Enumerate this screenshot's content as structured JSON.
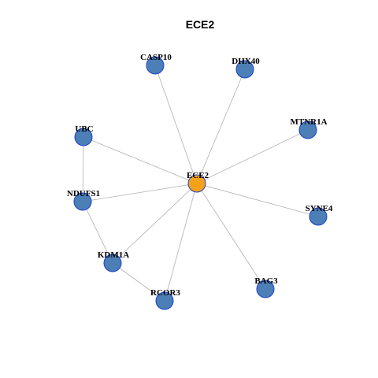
{
  "title": "ECE2",
  "colors": {
    "hub_fill": "#f5a21b",
    "node_fill": "#4b7fb5",
    "node_stroke": "#1f3fd0",
    "edge": "#b0b0b0"
  },
  "nodes": [
    {
      "id": "ECE2",
      "label": "ECE2",
      "hub": true
    },
    {
      "id": "CASP10",
      "label": "CASP10"
    },
    {
      "id": "DHX40",
      "label": "DHX40"
    },
    {
      "id": "MTNR1A",
      "label": "MTNR1A"
    },
    {
      "id": "UBC",
      "label": "UBC"
    },
    {
      "id": "NDUFS1",
      "label": "NDUFS1"
    },
    {
      "id": "SYNE4",
      "label": "SYNE4"
    },
    {
      "id": "KDM1A",
      "label": "KDM1A"
    },
    {
      "id": "BAG3",
      "label": "BAG3"
    },
    {
      "id": "RCOR3",
      "label": "RCOR3"
    }
  ],
  "edges": [
    [
      "ECE2",
      "CASP10"
    ],
    [
      "ECE2",
      "DHX40"
    ],
    [
      "ECE2",
      "MTNR1A"
    ],
    [
      "ECE2",
      "UBC"
    ],
    [
      "ECE2",
      "NDUFS1"
    ],
    [
      "ECE2",
      "SYNE4"
    ],
    [
      "ECE2",
      "KDM1A"
    ],
    [
      "ECE2",
      "BAG3"
    ],
    [
      "ECE2",
      "RCOR3"
    ],
    [
      "UBC",
      "NDUFS1"
    ],
    [
      "NDUFS1",
      "KDM1A"
    ],
    [
      "KDM1A",
      "RCOR3"
    ]
  ]
}
